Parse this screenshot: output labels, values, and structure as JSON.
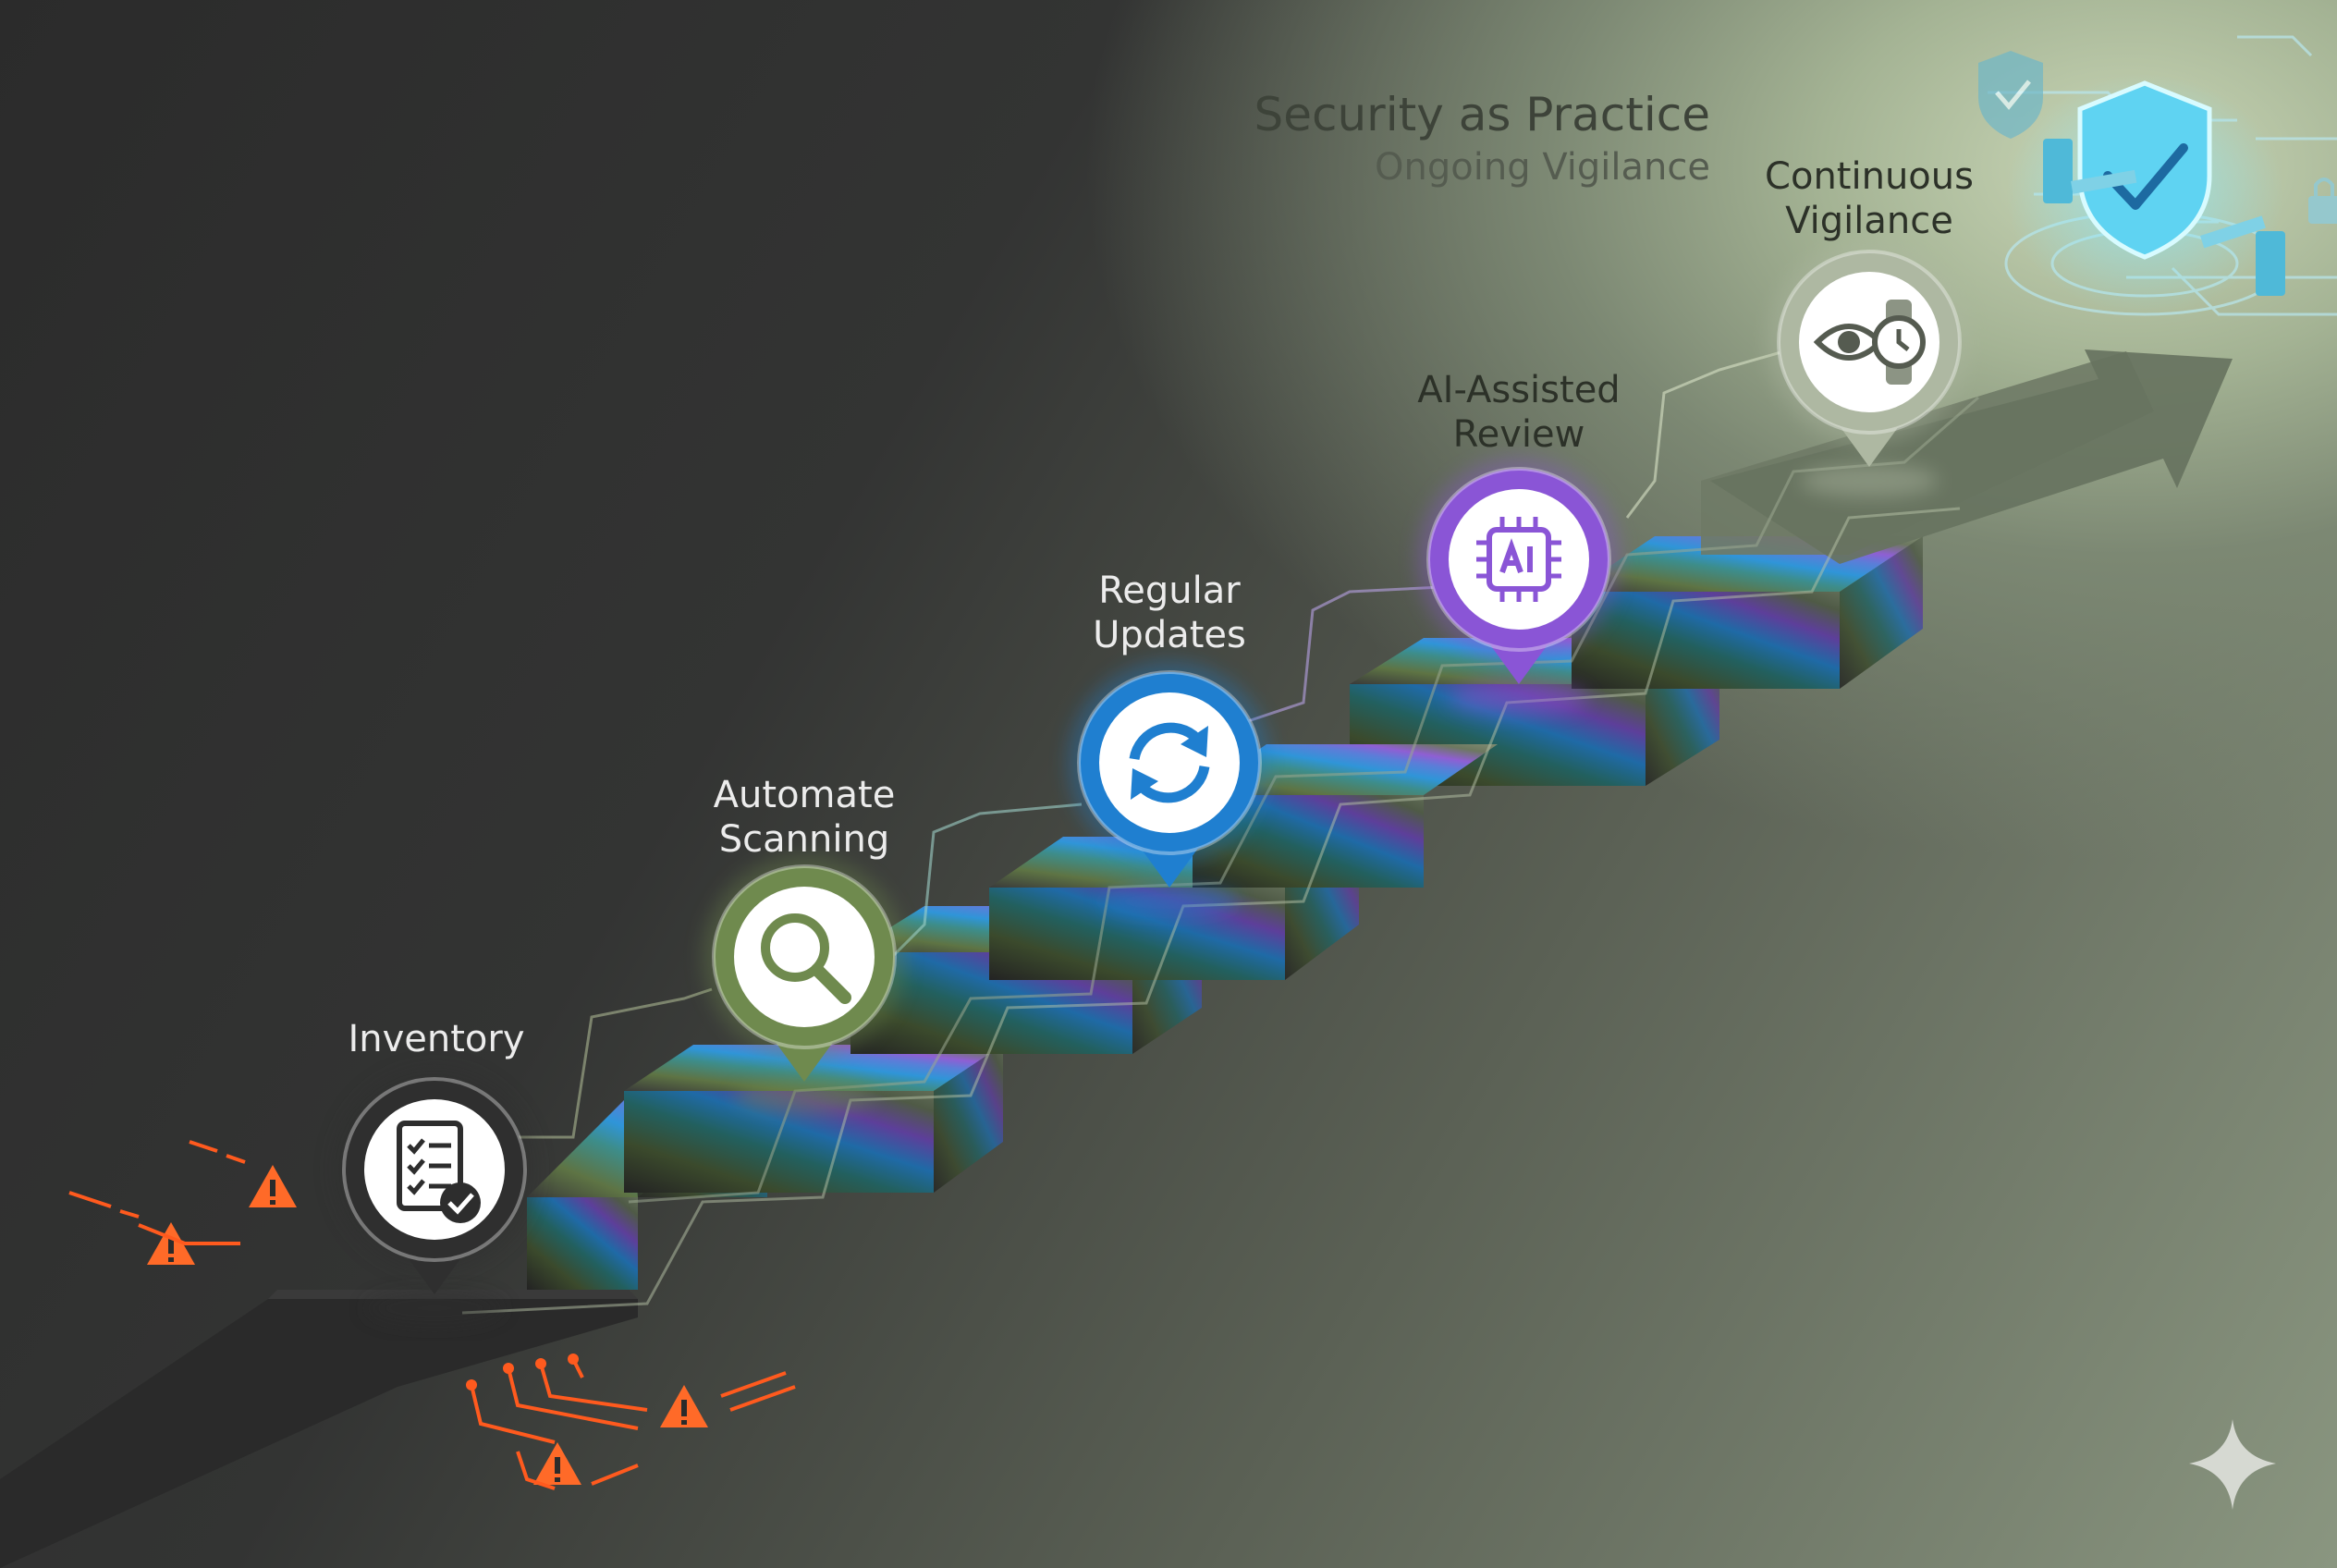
{
  "title": "Security as Practice",
  "subtitle": "Ongoing Vigilance",
  "steps": [
    {
      "label": "Inventory",
      "icon": "checklist-icon",
      "color": "#2f2f2f"
    },
    {
      "label": "Automate\nScanning",
      "icon": "magnifier-icon",
      "color": "#6f8a4e"
    },
    {
      "label": "Regular\nUpdates",
      "icon": "refresh-icon",
      "color": "#1f7fd0"
    },
    {
      "label": "AI-Assisted\nReview",
      "icon": "ai-chip-icon",
      "color": "#8a55d6"
    },
    {
      "label": "Continuous\nVigilance",
      "icon": "eye-watch-icon",
      "color": "#aeb8a2"
    }
  ],
  "decorations": {
    "warning_icon": "warning-triangle-icon",
    "shield_icon": "shield-check-icon",
    "arrow": "progress-arrow",
    "sparkle_icon": "sparkle-icon"
  }
}
